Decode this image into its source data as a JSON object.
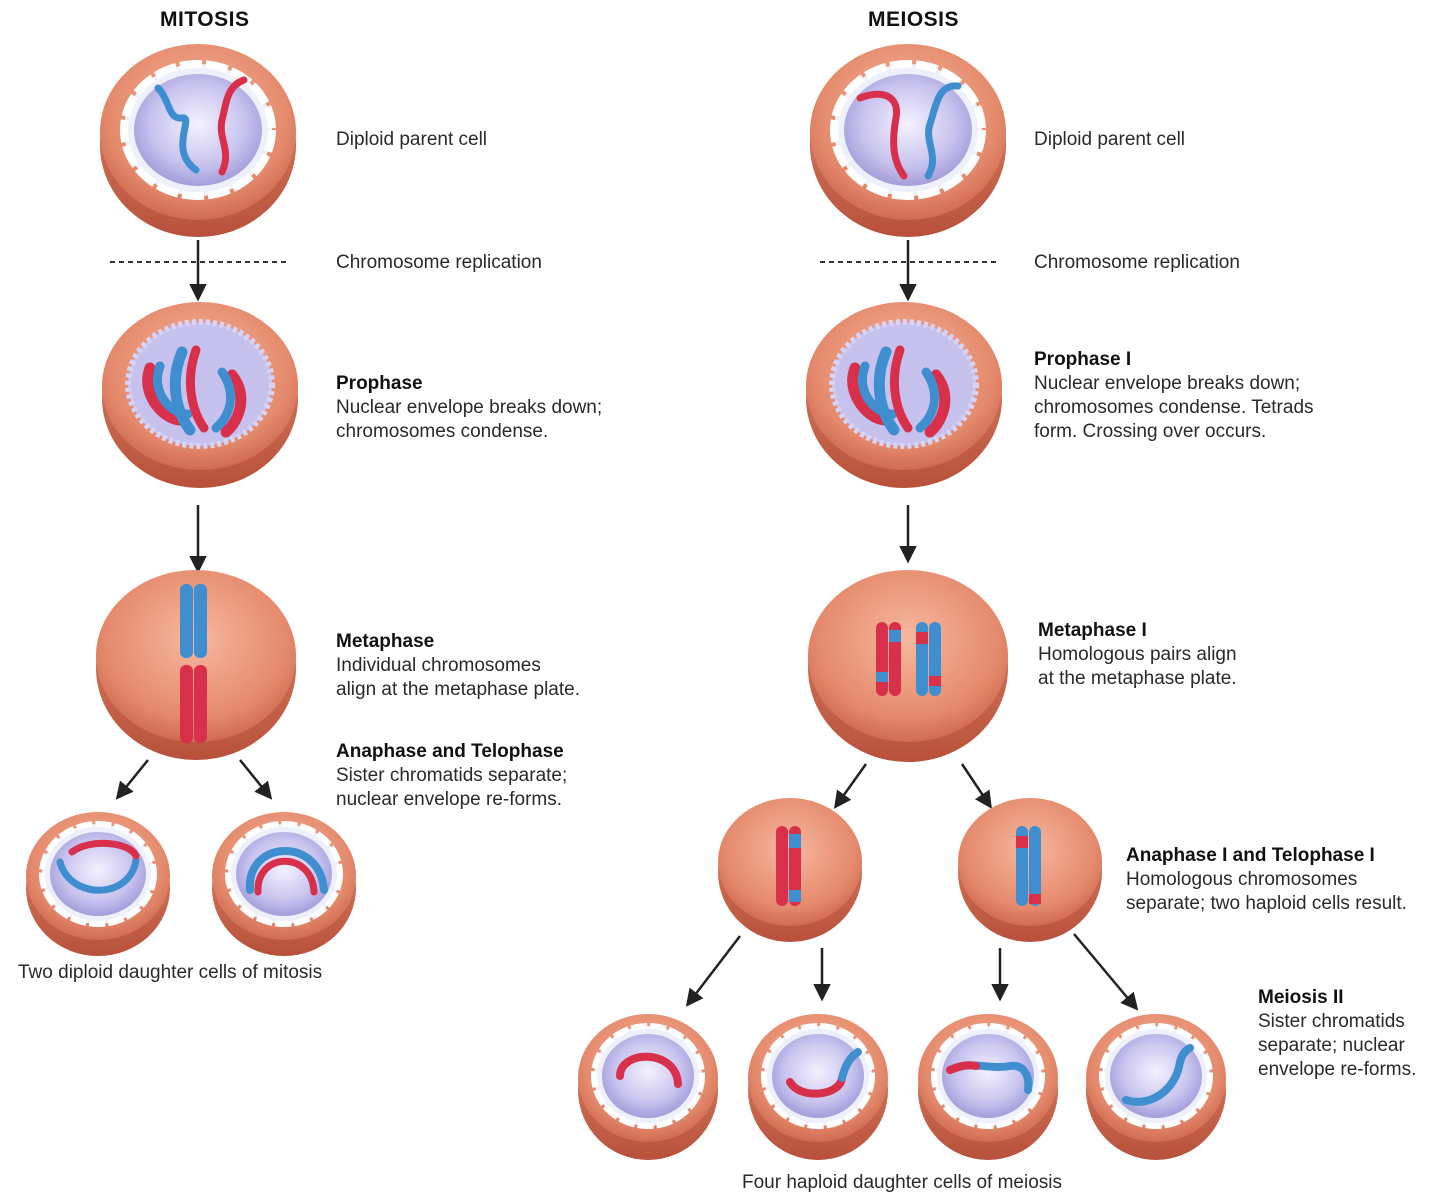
{
  "columns": {
    "mitosis": {
      "heading": "MITOSIS",
      "parent_label": "Diploid parent cell",
      "replication_label": "Chromosome replication",
      "stages": [
        {
          "title": "Prophase",
          "desc": "Nuclear envelope breaks down;\nchromosomes condense."
        },
        {
          "title": "Metaphase",
          "desc": "Individual chromosomes\nalign at the metaphase plate."
        },
        {
          "title": "Anaphase and Telophase",
          "desc": "Sister chromatids separate;\nnuclear envelope re-forms."
        }
      ],
      "result_caption": "Two diploid daughter cells of mitosis"
    },
    "meiosis": {
      "heading": "MEIOSIS",
      "parent_label": "Diploid parent cell",
      "replication_label": "Chromosome replication",
      "stages": [
        {
          "title": "Prophase I",
          "desc": "Nuclear envelope breaks down;\nchromosomes condense. Tetrads\nform. Crossing over occurs."
        },
        {
          "title": "Metaphase I",
          "desc": "Homologous pairs align\nat the metaphase plate."
        },
        {
          "title": "Anaphase I and Telophase I",
          "desc": "Homologous chromosomes\nseparate; two haploid cells result."
        },
        {
          "title": "Meiosis II",
          "desc": "Sister chromatids\nseparate; nuclear\nenvelope re-forms."
        }
      ],
      "result_caption": "Four haploid daughter cells of meiosis"
    }
  },
  "colors": {
    "cell_outer": "#d9765a",
    "cell_rim": "#e8a389",
    "nucleus": "#b9b4e6",
    "envelope": "#ffffff",
    "chromosome_red": "#d8304a",
    "chromosome_blue": "#3f8fd0",
    "arrow": "#222222"
  }
}
